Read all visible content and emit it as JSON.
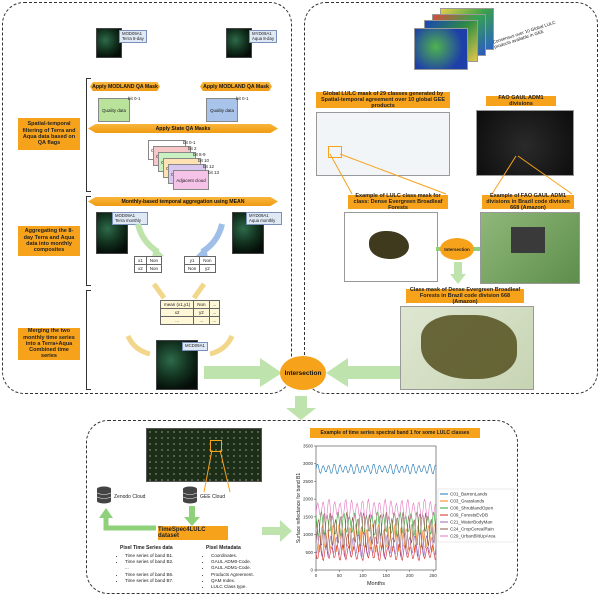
{
  "left_panel": {
    "sat_terra_label": "MOD09A1\nTerra 8-day",
    "sat_aqua_label": "MYD09A1\nAqua 8-day",
    "qa_mask_terra": "Apply MODLAND QA Mask",
    "qa_mask_aqua": "Apply MODLAND QA Mask",
    "quality_terra": "Quality data",
    "quality_aqua": "Quality data",
    "bits_terra": "bit 0-1",
    "bits_aqua": "bit 0-1",
    "state_qa_banner": "Apply State QA Masks",
    "qa_cards": [
      "Cloud",
      "Cloud",
      "Cloud",
      "Cloud",
      "Cloud",
      "Adjacent cloud"
    ],
    "qa_bits": [
      "bit 0-1",
      "bit 2",
      "bit 8-9",
      "bit 10",
      "bit 12",
      "bit 13"
    ],
    "step1_label": "Spatial-temporal filtering of Terra and Aqua data based on QA flags",
    "monthly_banner": "Monthly-based temporal aggregation using MEAN",
    "monthly_terra": "MOD09A1 Terra monthly",
    "monthly_aqua": "MYD09A1 Aqua monthly",
    "step2_label": "Aggregating the 8-day Terra and Aqua data into monthly composites",
    "table_terra": [
      [
        "x1",
        "Non"
      ],
      [
        "x2",
        "Non"
      ]
    ],
    "table_aqua": [
      [
        "y1",
        "Non"
      ],
      [
        "Non",
        "y2"
      ]
    ],
    "table_merge": [
      [
        "mean (x1,y1)",
        "Non",
        "..."
      ],
      [
        "x2",
        "y2",
        "..."
      ],
      [
        "...",
        "...",
        "..."
      ]
    ],
    "step3_label": "Merging the two monthly time series into a Terra+Aqua Combined time series",
    "combined_label": "MCD09A1"
  },
  "right_panel": {
    "stack_caption": "Consensus over 10 Global LULC products available in GEE",
    "global_mask_label": "Global LULC mask of 29 classes generated by Spatial-temporal agreement over 10 global GEE products",
    "fao_label": "FAO GAUL ADM1 divisions",
    "example_class_label": "Example of LULC class mask for class: Dense Evergreen Broadleaf Forests",
    "example_fao_label": "Example of FAO GAUL ADM1 divisions in Brazil code division 668 (Amazon)",
    "intersection_small": "Intersection",
    "final_class_label": "Class mask of Dense Evergreen Broadleaf Forests in Brazil code division 668 (Amazon)"
  },
  "center": {
    "intersection": "Intersection"
  },
  "bottom_panel": {
    "zenodo": "Zenodo Cloud",
    "gee": "GEE Cloud",
    "dataset": "TimeSpec4LULC dataset",
    "pixel_ts_head": "Pixel Time Series data",
    "pixel_ts_items": [
      "Time series of band B1.",
      "Time series of band B2.",
      "...",
      "Time series of band B6.",
      "Time series of band B7."
    ],
    "pixel_meta_head": "Pixel Metadata",
    "pixel_meta_items": [
      "Coordinates.",
      "GAUL ADM0-Code.",
      "GAUL ADM1-Code.",
      "Products Agreement.",
      "QAM Index.",
      "LULC Class type."
    ],
    "chart_banner": "Example of time series spectral band 1 for some LULC classes"
  },
  "chart_data": {
    "type": "line",
    "title": "",
    "xlabel": "Months",
    "ylabel": "Surface reflectance for band B1",
    "xlim": [
      0,
      256
    ],
    "ylim": [
      0,
      3500
    ],
    "xticks": [
      0,
      50,
      100,
      150,
      200,
      250
    ],
    "yticks": [
      0,
      500,
      1000,
      1500,
      2000,
      2500,
      3000,
      3500
    ],
    "legend_position": "right",
    "series": [
      {
        "name": "C01_BarrenLands",
        "color": "#1f77b4",
        "base": 2850,
        "amp": 120,
        "period": 12
      },
      {
        "name": "C03_Grasslands",
        "color": "#ff7f0e",
        "base": 900,
        "amp": 350,
        "period": 12
      },
      {
        "name": "C06_ShrublandOpen",
        "color": "#2ca02c",
        "base": 1300,
        "amp": 300,
        "period": 12
      },
      {
        "name": "C09_ForestsEvDB",
        "color": "#d62728",
        "base": 500,
        "amp": 200,
        "period": 12
      },
      {
        "name": "C21_WaterBodyMan",
        "color": "#9467bd",
        "base": 700,
        "amp": 300,
        "period": 12
      },
      {
        "name": "C24_CropCerealRain",
        "color": "#8c564b",
        "base": 1100,
        "amp": 450,
        "period": 12
      },
      {
        "name": "C29_UrbanBlitUpArea",
        "color": "#e377c2",
        "base": 1700,
        "amp": 250,
        "period": 12
      }
    ]
  },
  "colors": {
    "orange": "#f7a21b",
    "green_arrow": "#8fd07a",
    "blue_arrow": "#7aa6d8",
    "dataset": "#f7a21b"
  }
}
